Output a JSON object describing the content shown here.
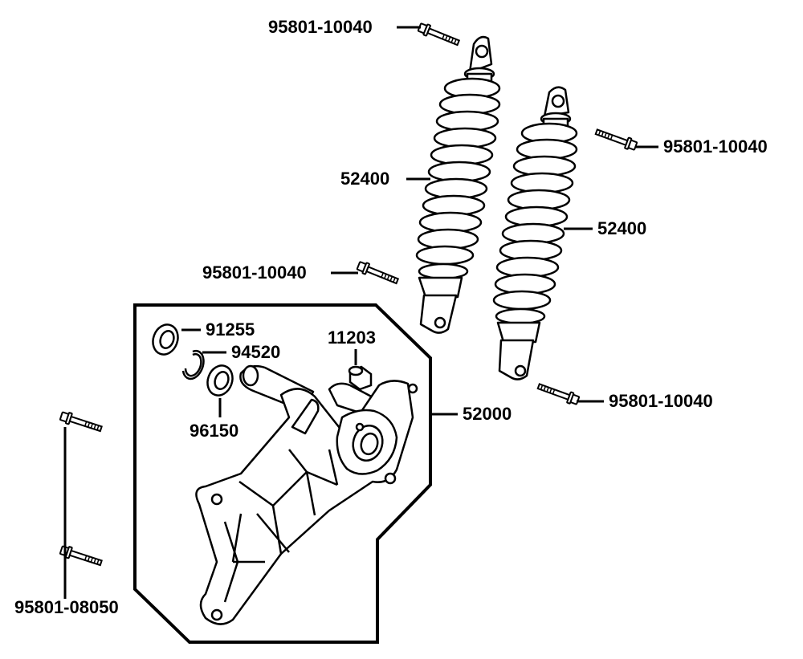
{
  "colors": {
    "ink": "#000000",
    "background": "#ffffff",
    "part_fill": "#ffffff"
  },
  "callouts": {
    "bolt_top_left": "95801-10040",
    "bolt_top_right": "95801-10040",
    "bolt_mid_left": "95801-10040",
    "bolt_lower_right": "95801-10040",
    "bolt_far_left": "95801-08050",
    "shock_left": "52400",
    "shock_right": "52400",
    "oil_seal": "91255",
    "circlip": "94520",
    "bearing": "96150",
    "collar": "11203",
    "arm_assembly": "52000"
  }
}
